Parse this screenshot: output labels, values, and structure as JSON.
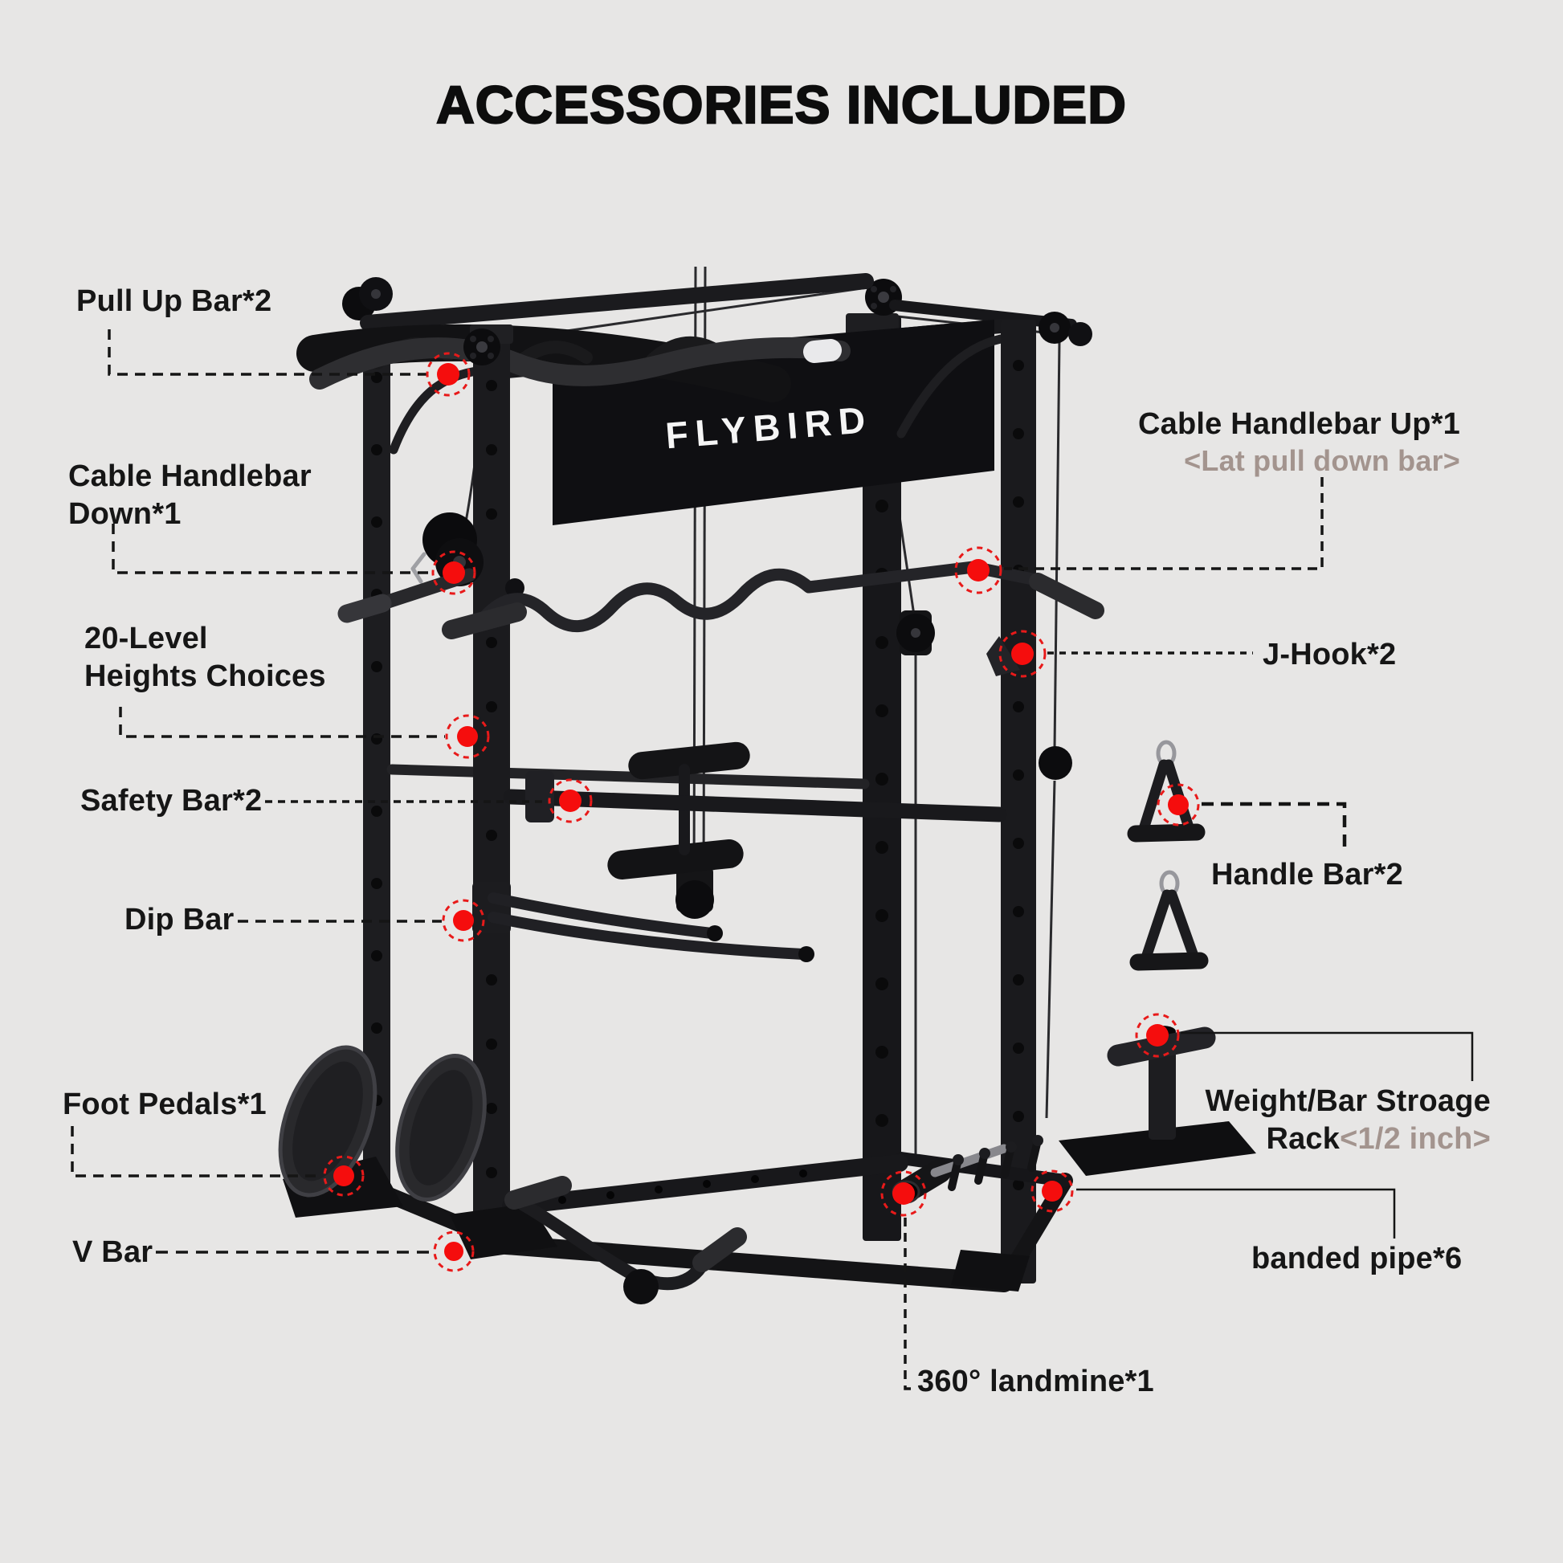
{
  "title": "ACCESSORIES INCLUDED",
  "brand": "FLYBIRD",
  "colors": {
    "background": "#e7e6e5",
    "label_text": "#161616",
    "muted_text": "#a3948e",
    "accent_red": "#f50d0d",
    "ring_red": "#e81a1a",
    "machine_dark": "#1a1a1d"
  },
  "labels": {
    "pull_up_bar": "Pull Up Bar*2",
    "cable_handlebar_down_line1": "Cable Handlebar",
    "cable_handlebar_down_line2": "Down*1",
    "heights_line1": "20-Level",
    "heights_line2": "Heights Choices",
    "safety_bar": "Safety Bar*2",
    "dip_bar": "Dip Bar",
    "foot_pedals": "Foot Pedals*1",
    "v_bar": "V Bar",
    "cable_handlebar_up": "Cable Handlebar Up*1",
    "cable_handlebar_up_sub": "<Lat pull down bar>",
    "j_hook": "J-Hook*2",
    "handle_bar": "Handle Bar*2",
    "storage_rack_line1": "Weight/Bar Stroage",
    "storage_rack_line2": "Rack",
    "storage_rack_line2_sub": "<1/2 inch>",
    "banded_pipe": "banded pipe*6",
    "landmine": "360° landmine*1"
  }
}
